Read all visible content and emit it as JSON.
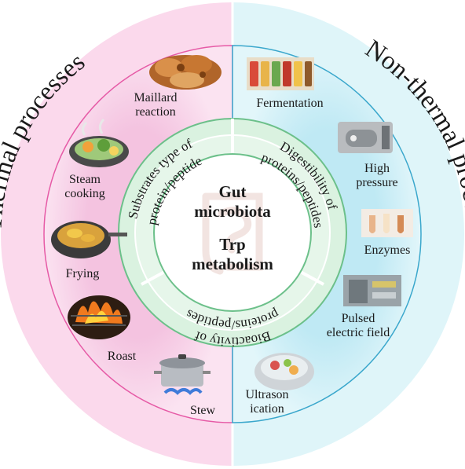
{
  "left_title": "Thermal processes",
  "right_title": "Non-thermal processes",
  "center": {
    "line1": "Gut",
    "line2": "microbiota",
    "line3": "Trp",
    "line4": "metabolism"
  },
  "inner_segments": {
    "top_left": [
      "Substrates type of",
      "protein/peptide"
    ],
    "top_right": [
      "Digestibility of",
      "proteins/peptides"
    ],
    "bottom": [
      "Bioactivity of",
      "proteins/peptides"
    ]
  },
  "thermal_items": [
    {
      "lines": [
        "Maillard",
        "reaction"
      ],
      "icon": "pretzel-bread-icon"
    },
    {
      "lines": [
        "Steam",
        "cooking"
      ],
      "icon": "steamed-vegetables-icon"
    },
    {
      "lines": [
        "Frying"
      ],
      "icon": "frying-pot-icon"
    },
    {
      "lines": [
        "Roast"
      ],
      "icon": "grill-fire-icon"
    },
    {
      "lines": [
        "Stew"
      ],
      "icon": "stew-pot-icon"
    }
  ],
  "nonthermal_items": [
    {
      "lines": [
        "Fermentation"
      ],
      "icon": "fermentation-jars-icon"
    },
    {
      "lines": [
        "High",
        "pressure"
      ],
      "icon": "high-pressure-machine-icon"
    },
    {
      "lines": [
        "Enzymes"
      ],
      "icon": "enzyme-tubes-icon"
    },
    {
      "lines": [
        "Pulsed",
        "electric field"
      ],
      "icon": "pulsed-field-machine-icon"
    },
    {
      "lines": [
        "Ultrason",
        "ication"
      ],
      "icon": "ultrasonic-bath-icon"
    }
  ],
  "colors": {
    "thermal_outer": "#f9d4e9",
    "thermal_inner": "#f5c9e5",
    "thermal_border": "#e65aa6",
    "nonthermal_outer": "#d7f3f8",
    "nonthermal_inner": "#c3ecf6",
    "nonthermal_border": "#3aa7cc",
    "inner_ring": "#d9f1df",
    "inner_ring_border": "#6cc08a"
  }
}
